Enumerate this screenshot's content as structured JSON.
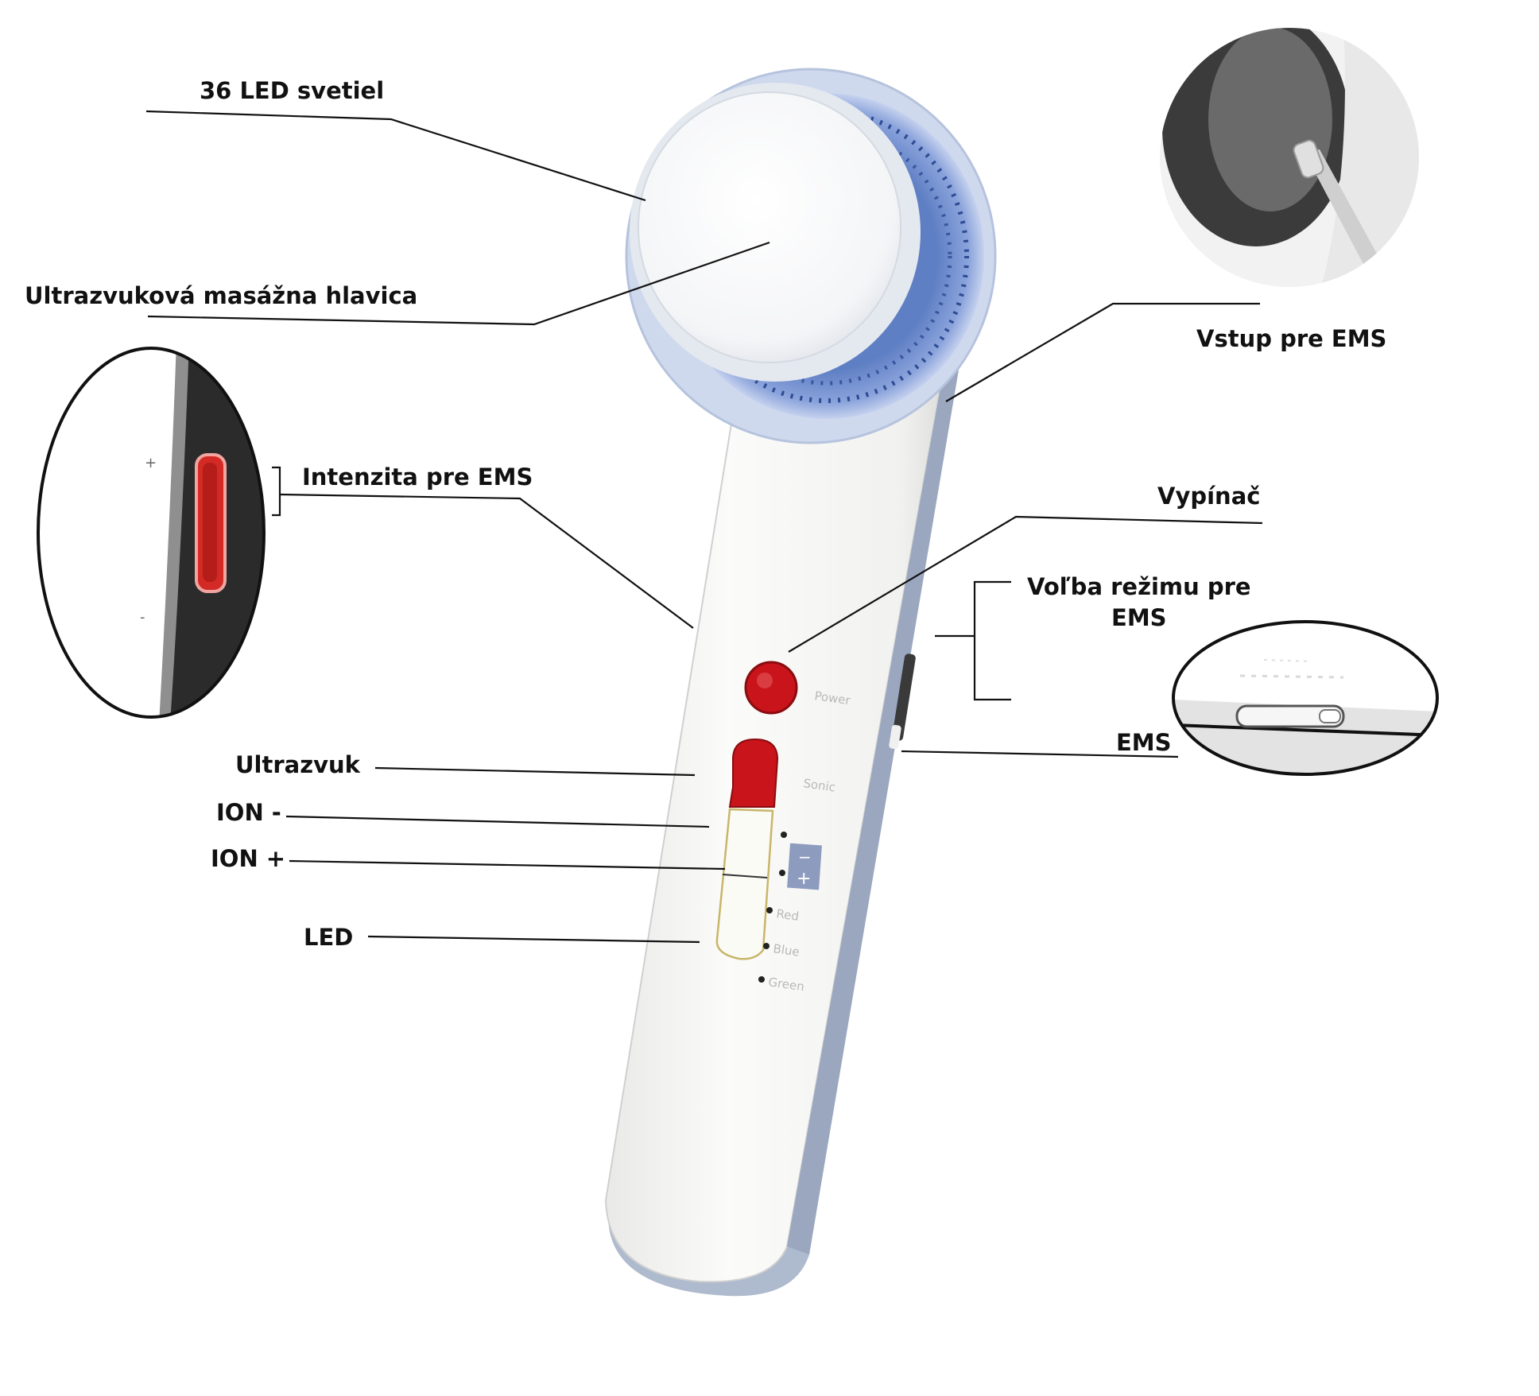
{
  "callouts": {
    "led_lights": "36 LED svetiel",
    "ultrasound_head": "Ultrazvuková masážna hlavica",
    "ems_input": "Vstup pre EMS",
    "ems_intensity": "Intenzita pre EMS",
    "power_switch": "Vypínač",
    "ems_mode_line1": "Voľba režimu pre",
    "ems_mode_line2": "EMS",
    "ems": "EMS",
    "ultrasound": "Ultrazvuk",
    "ion_minus": "ION -",
    "ion_plus": "ION +",
    "led": "LED"
  },
  "device_labels": {
    "power": "Power",
    "sonic": "Sonic",
    "red": "Red",
    "blue": "Blue",
    "green": "Green"
  },
  "zoom_intensity": {
    "plus": "+",
    "minus": "-"
  },
  "colors": {
    "button_red": "#c8141a",
    "led_blue": "#7f9bd8",
    "body_white": "#f4f4f2",
    "side_grey": "#aab4c8"
  }
}
